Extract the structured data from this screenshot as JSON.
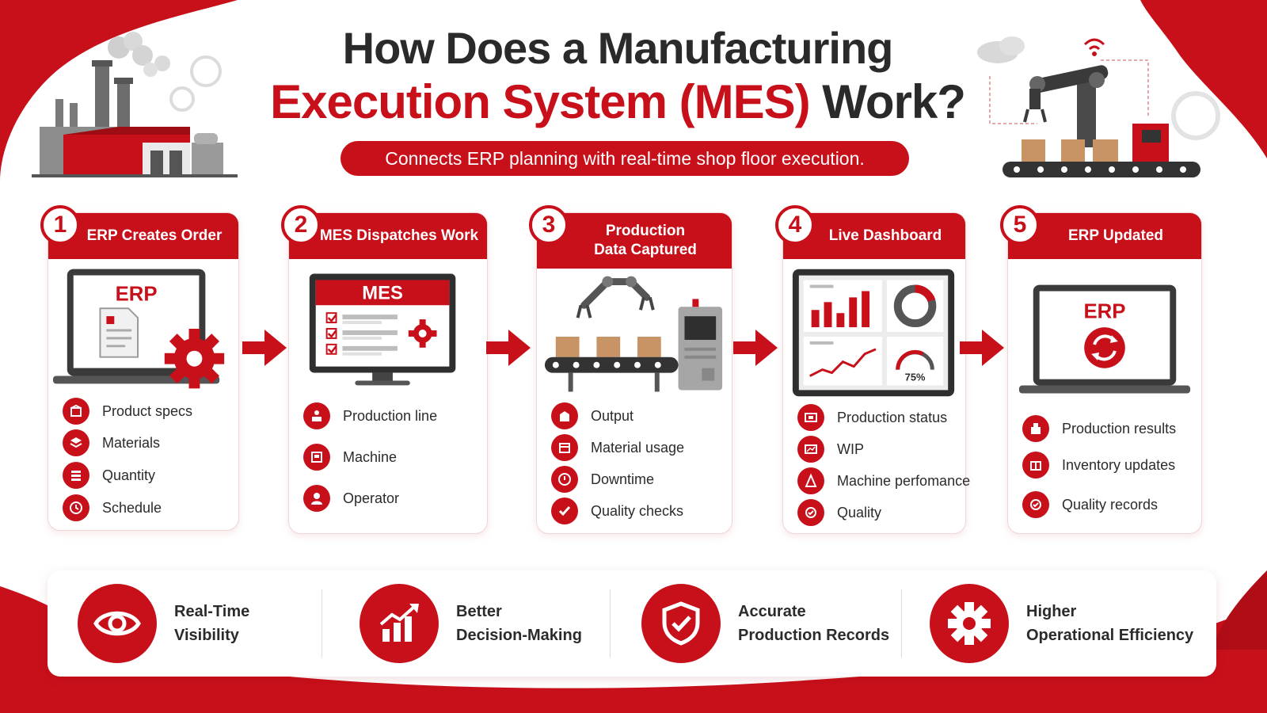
{
  "title": {
    "line1": "How Does a Manufacturing",
    "line2_red": "Execution System (MES)",
    "line2_dark": " Work?"
  },
  "subtitle": "Connects ERP planning with real-time shop floor execution.",
  "colors": {
    "accent": "#c8101b",
    "text": "#2b2b2b",
    "gray": "#8a8a8a"
  },
  "steps": [
    {
      "number": "1",
      "title": "ERP Creates Order",
      "screen_label": "ERP",
      "items": [
        {
          "label": "Product specs",
          "icon": "box-icon"
        },
        {
          "label": "Materials",
          "icon": "layers-icon"
        },
        {
          "label": "Quantity",
          "icon": "stack-icon"
        },
        {
          "label": "Schedule",
          "icon": "clock-icon"
        }
      ]
    },
    {
      "number": "2",
      "title": "MES Dispatches Work",
      "screen_label": "MES",
      "items": [
        {
          "label": "Production line",
          "icon": "line-icon"
        },
        {
          "label": "Machine",
          "icon": "machine-icon"
        },
        {
          "label": "Operator",
          "icon": "operator-icon"
        }
      ]
    },
    {
      "number": "3",
      "title_line1": "Production",
      "title_line2": "Data Captured",
      "items": [
        {
          "label": "Output",
          "icon": "output-icon"
        },
        {
          "label": "Material usage",
          "icon": "material-icon"
        },
        {
          "label": "Downtime",
          "icon": "downtime-icon"
        },
        {
          "label": "Quality checks",
          "icon": "check-icon"
        }
      ]
    },
    {
      "number": "4",
      "title": "Live Dashboard",
      "gauge_value": "75%",
      "items": [
        {
          "label": "Production status",
          "icon": "status-icon"
        },
        {
          "label": "WIP",
          "icon": "wip-icon"
        },
        {
          "label": "Machine perfomance",
          "icon": "performance-icon"
        },
        {
          "label": "Quality",
          "icon": "quality-icon"
        }
      ]
    },
    {
      "number": "5",
      "title": "ERP Updated",
      "screen_label": "ERP",
      "items": [
        {
          "label": "Production results",
          "icon": "results-icon"
        },
        {
          "label": "Inventory updates",
          "icon": "inventory-icon"
        },
        {
          "label": "Quality records",
          "icon": "records-icon"
        }
      ]
    }
  ],
  "benefits": [
    {
      "line1": "Real-Time",
      "line2": "Visibility",
      "icon": "eye-icon"
    },
    {
      "line1": "Better",
      "line2": "Decision-Making",
      "icon": "growth-chart-icon"
    },
    {
      "line1": "Accurate",
      "line2": "Production Records",
      "icon": "shield-check-icon"
    },
    {
      "line1": "Higher",
      "line2": "Operational Efficiency",
      "icon": "gear-icon"
    }
  ]
}
